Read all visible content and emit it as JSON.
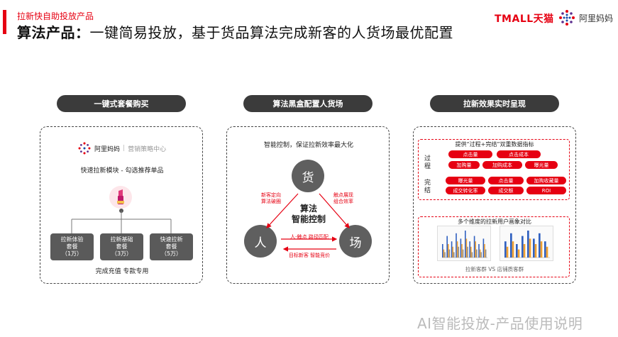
{
  "header": {
    "subtitle": "拉新快自助投放产品",
    "title_bold": "算法产品：",
    "title_rest": "一键简易投放，基于货品算法完成新客的人货场最优配置",
    "tmall_logo": "TMALL天猫",
    "ali_logo": "阿里妈妈"
  },
  "colors": {
    "accent": "#e60012",
    "dark": "#3b3b3b",
    "node": "#5f5f5f"
  },
  "panel1": {
    "header": "一键式套餐购买",
    "brand": "阿里妈妈",
    "brand_sub": "营销策略中心",
    "desc": "快速拉新模块 - 勾选推荐单品",
    "packages": [
      {
        "name": "拉新体验\n套餐\n（1万）"
      },
      {
        "name": "拉新基础\n套餐\n（3万）"
      },
      {
        "name": "快速拉新\n套餐\n（5万）"
      }
    ],
    "footer": "完成充值 专款专用"
  },
  "panel2": {
    "header": "算法黑盒配置人货场",
    "top_text": "智能控制，保证拉新效率最大化",
    "node_goods": "货",
    "node_person": "人",
    "node_place": "场",
    "center": "算法\n智能控制",
    "left_label": "新客定向\n算法破圈",
    "right_label": "触点展现\n组合效率",
    "bottom_top": "人-触点 路径匹配",
    "bottom_bottom": "目标新客 智能竞价"
  },
  "panel3": {
    "header": "拉新效果实时呈现",
    "section1_title": "提供“过程+完结”双重数据指标",
    "process_label": "过程",
    "finish_label": "完结",
    "process_tags": [
      "点击量",
      "点击成本",
      "加购量",
      "加购成本",
      "曝光量"
    ],
    "finish_tags": [
      "曝光量",
      "点击量",
      "加购收藏量",
      "成交转化率",
      "成交额",
      "ROI"
    ],
    "section2_title": "多个维度的拉新用户画象对比",
    "compare_caption": "拉新客群 VS 店铺质客群"
  },
  "chart_data": [
    {
      "type": "bar",
      "title": "",
      "series": [
        {
          "values": [
            5,
            8,
            6,
            9,
            7,
            10,
            6,
            8,
            5,
            7
          ]
        },
        {
          "values": [
            3,
            5,
            4,
            6,
            5,
            7,
            4,
            6,
            3,
            5
          ]
        },
        {
          "values": [
            2,
            3,
            2,
            4,
            3,
            4,
            2,
            3,
            2,
            3
          ]
        }
      ]
    },
    {
      "type": "bar",
      "title": "",
      "series": [
        {
          "values": [
            6,
            9,
            5,
            8,
            10,
            7,
            9,
            6
          ]
        },
        {
          "values": [
            4,
            6,
            3,
            5,
            7,
            5,
            6,
            4
          ]
        }
      ]
    }
  ],
  "footer": "AI智能投放-产品使用说明"
}
